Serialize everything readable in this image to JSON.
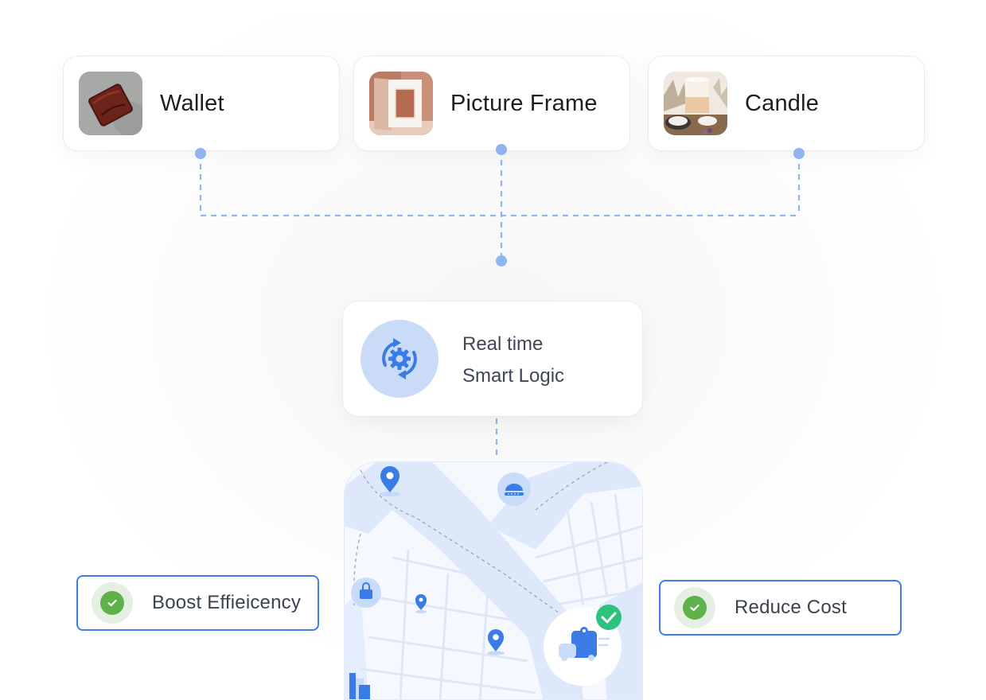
{
  "products": [
    {
      "label": "Wallet",
      "image": "wallet-photo"
    },
    {
      "label": "Picture Frame",
      "image": "picture-frame-photo"
    },
    {
      "label": "Candle",
      "image": "candle-photo"
    }
  ],
  "logic": {
    "line1": "Real time",
    "line2": "Smart Logic",
    "icon": "sync-gear-icon"
  },
  "benefits": {
    "left": {
      "label": "Boost Effieicency",
      "icon": "check-icon"
    },
    "right": {
      "label": "Reduce Cost",
      "icon": "check-icon"
    }
  },
  "map": {
    "icons": [
      "map-pin-icon",
      "food-icon",
      "shopping-bag-icon",
      "delivery-truck-icon",
      "check-badge-icon",
      "building-icon"
    ]
  },
  "colors": {
    "accent": "#3f7ee6",
    "connector": "#8fb4ef",
    "check": "#5fb14a",
    "badge": "#2ec27e",
    "icon_bg": "#c9dbf7"
  }
}
